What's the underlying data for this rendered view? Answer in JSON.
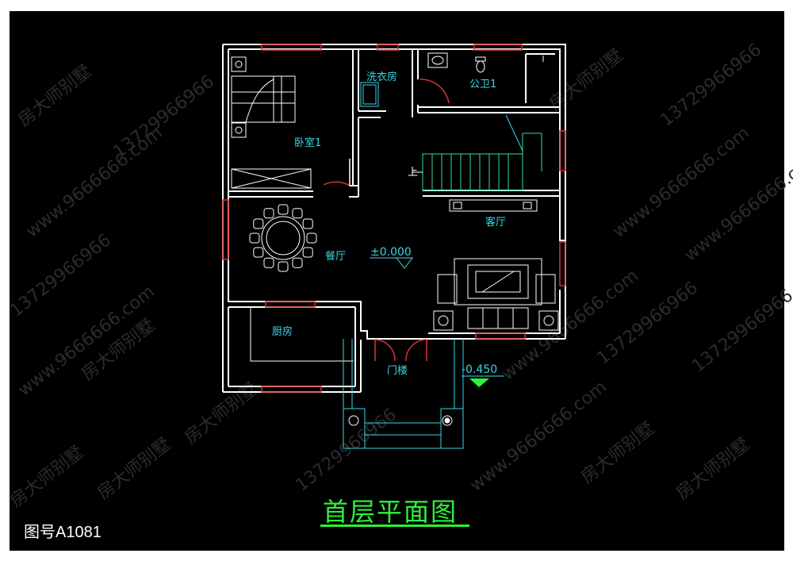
{
  "drawing_title": "首层平面图",
  "drawing_number": "图号A1081",
  "rooms": {
    "bedroom": "卧室1",
    "laundry": "洗衣房",
    "bathroom": "公卫1",
    "living": "客厅",
    "dining": "餐厅",
    "kitchen": "厨房",
    "porch": "门楼"
  },
  "stair_mark": "上",
  "elevations": {
    "floor": "±0.000",
    "outdoor": "-0.450"
  },
  "watermarks": {
    "brand": "房大师别墅",
    "phone": "13729966966",
    "site": "www.9666666.com"
  },
  "colors": {
    "background": "#000000",
    "wall": "#ffffff",
    "window": "#e03030",
    "furniture": "#ffffff",
    "label": "#3ad6e6",
    "title": "#2df23a",
    "stair": "#2fe0a0",
    "watermark": "#2b2b2b"
  }
}
